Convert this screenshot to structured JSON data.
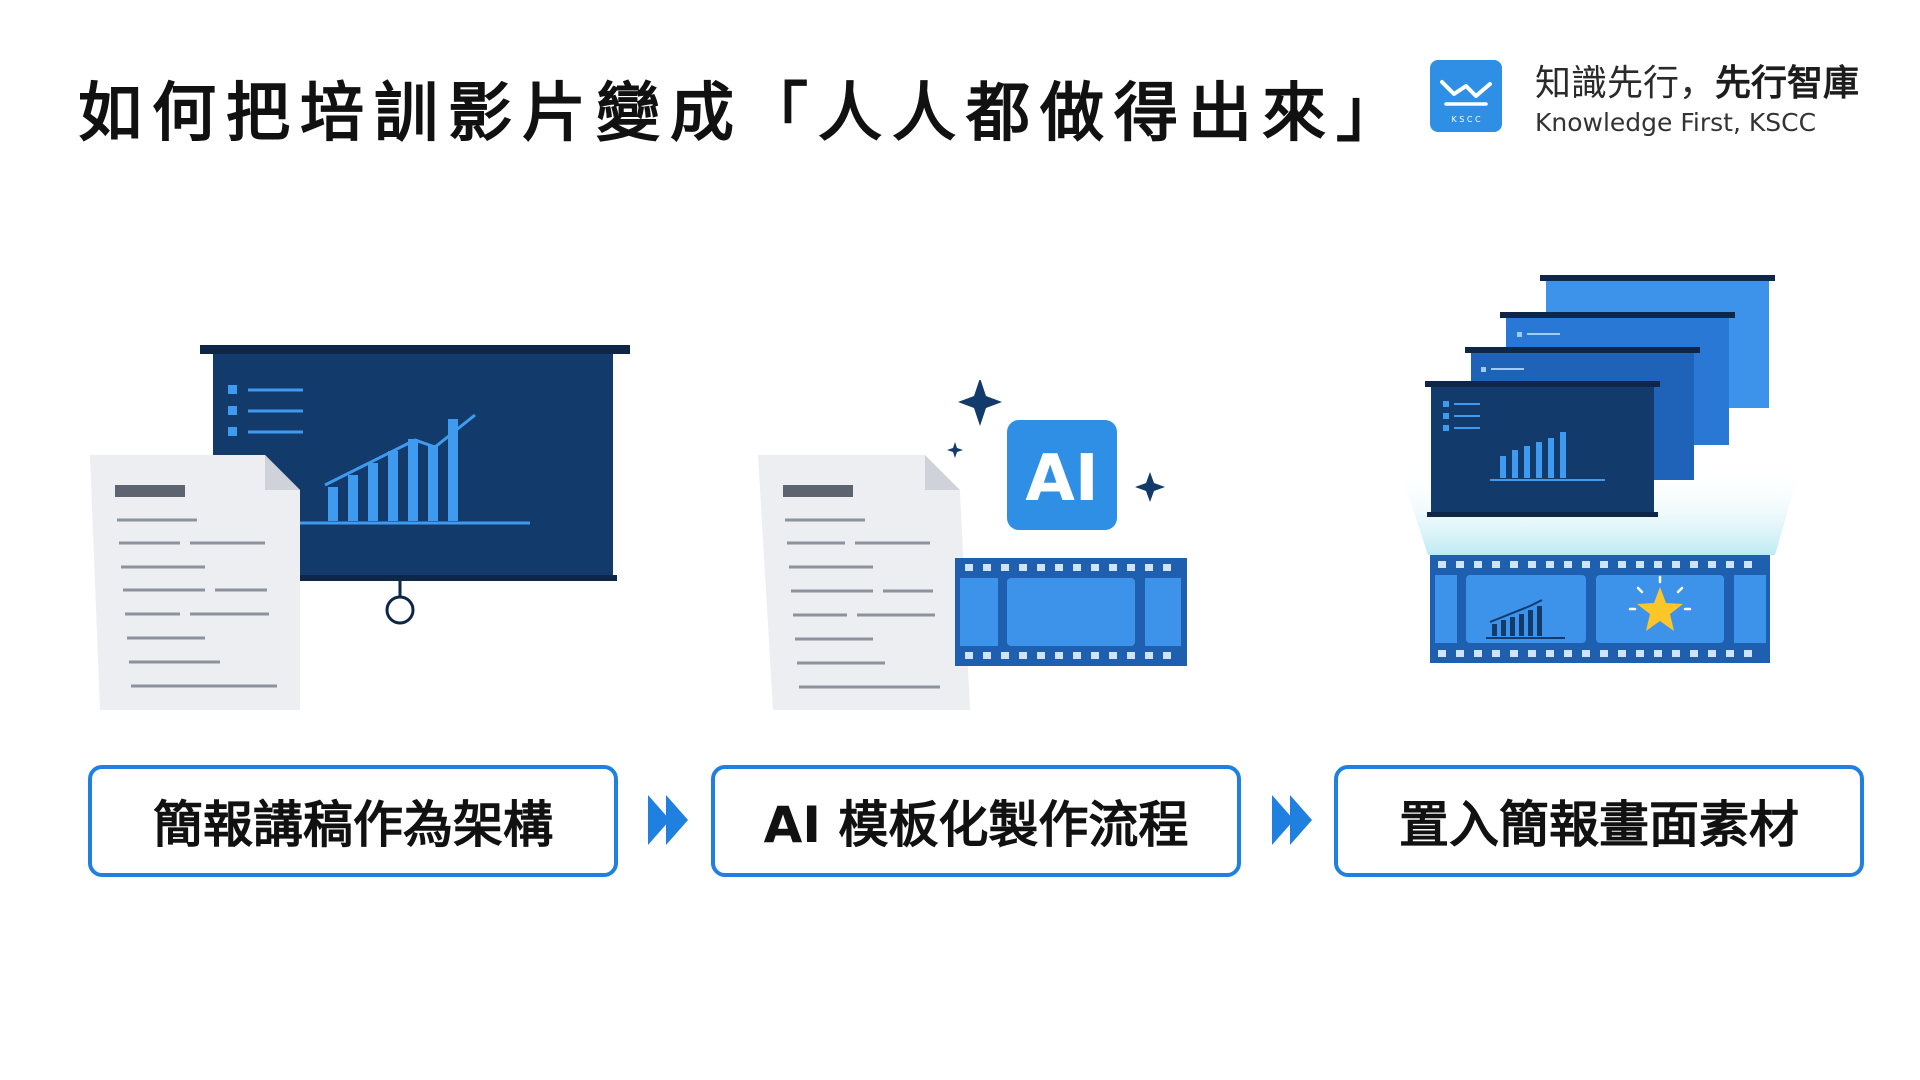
{
  "title": "如何把培訓影片變成「人人都做得出來」",
  "brand": {
    "name_zh_regular": "知識先行，",
    "name_zh_bold": "先行智庫",
    "name_en": "Knowledge First, KSCC",
    "logo_text": "K S C C"
  },
  "steps": [
    {
      "label": "簡報講稿作為架構"
    },
    {
      "label": "AI 模板化製作流程"
    },
    {
      "label": "置入簡報畫面素材"
    }
  ],
  "illustrations": {
    "ai_badge": "AI"
  },
  "colors": {
    "accent": "#2080e0",
    "navy": "#123a6a",
    "screen_blue": "#1e63b8",
    "film_blue": "#3d93ea",
    "star_yellow": "#ffc62a"
  }
}
